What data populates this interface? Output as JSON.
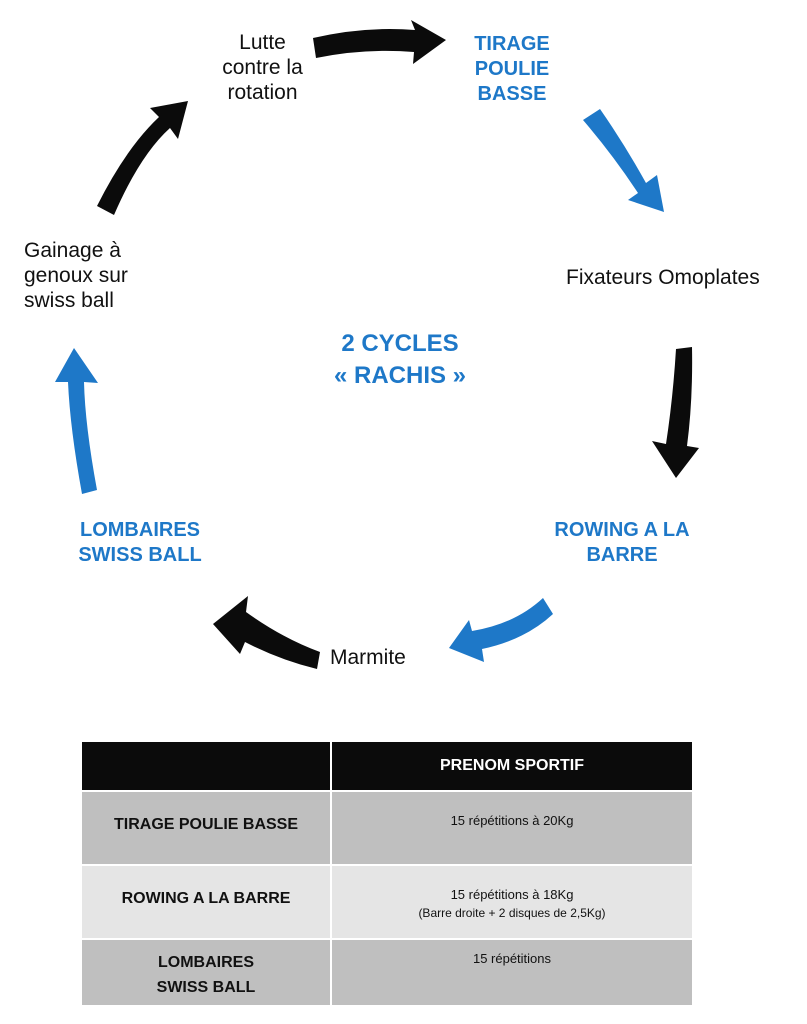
{
  "cycle": {
    "center_line1": "2 CYCLES",
    "center_line2": "« RACHIS »",
    "nodes": {
      "lutte": "Lutte\ncontre la\nrotation",
      "tirage": "TIRAGE\nPOULIE\nBASSE",
      "fixateurs": "Fixateurs Omoplates",
      "rowing": "ROWING A LA\nBARRE",
      "marmite": "Marmite",
      "lombaires": "LOMBAIRES\nSWISS BALL",
      "gainage": "Gainage à\ngenoux sur\nswiss ball"
    }
  },
  "colors": {
    "accent": "#1e78c8",
    "dark": "#0b0b0b",
    "row_dark": "#bfbfbf",
    "row_light": "#e5e5e5"
  },
  "table": {
    "header": [
      "",
      "PRENOM SPORTIF"
    ],
    "rows": [
      {
        "exercise": "TIRAGE POULIE BASSE",
        "value": "15 répétitions à 20Kg",
        "note": ""
      },
      {
        "exercise": "ROWING A LA BARRE",
        "value": "15 répétitions à 18Kg",
        "note": "(Barre droite + 2 disques de 2,5Kg)"
      },
      {
        "exercise": "LOMBAIRES\nSWISS BALL",
        "value": "15 répétitions",
        "note": ""
      }
    ]
  }
}
